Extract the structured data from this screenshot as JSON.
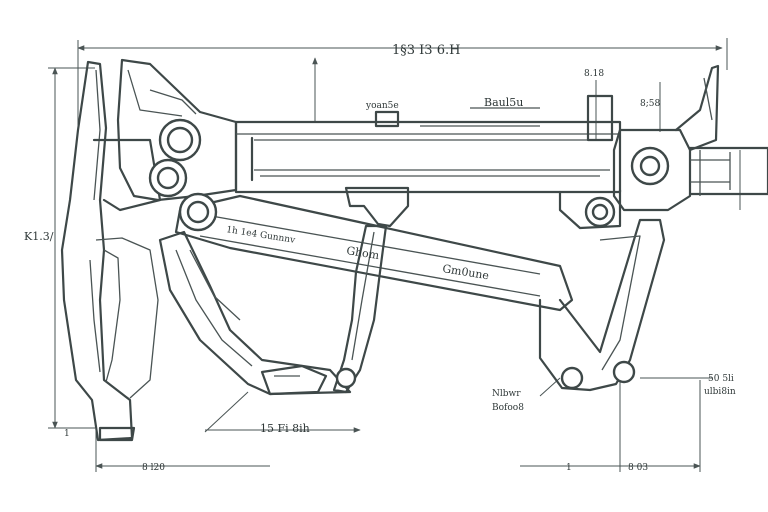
{
  "labels": {
    "top_dim": "1§3 I3 6.H",
    "right_top_tag": "8.18",
    "right_note": "8;58",
    "left_height": "K1.3/",
    "small_note": "yoan5e",
    "bar_note": "Baul5u",
    "arm_text_1": "1h 1e4 Gunnnv",
    "arm_text_2": "Ghom",
    "arm_text_3": "Gm0une",
    "bottom_mid_dim": "15 Fi 8ih",
    "bottom_left_dim": "8 l20",
    "bottom_right_dim": "8 03",
    "bottom_right_tick": "1",
    "left_tiny": "1",
    "right_dim_1": "50 5li",
    "right_dim_2": "ulbi8in",
    "lower_note_1": "Nlbwr",
    "lower_note_2": "Bofoo8"
  },
  "colors": {
    "ink": "#3e4848",
    "paper": "#ffffff"
  }
}
